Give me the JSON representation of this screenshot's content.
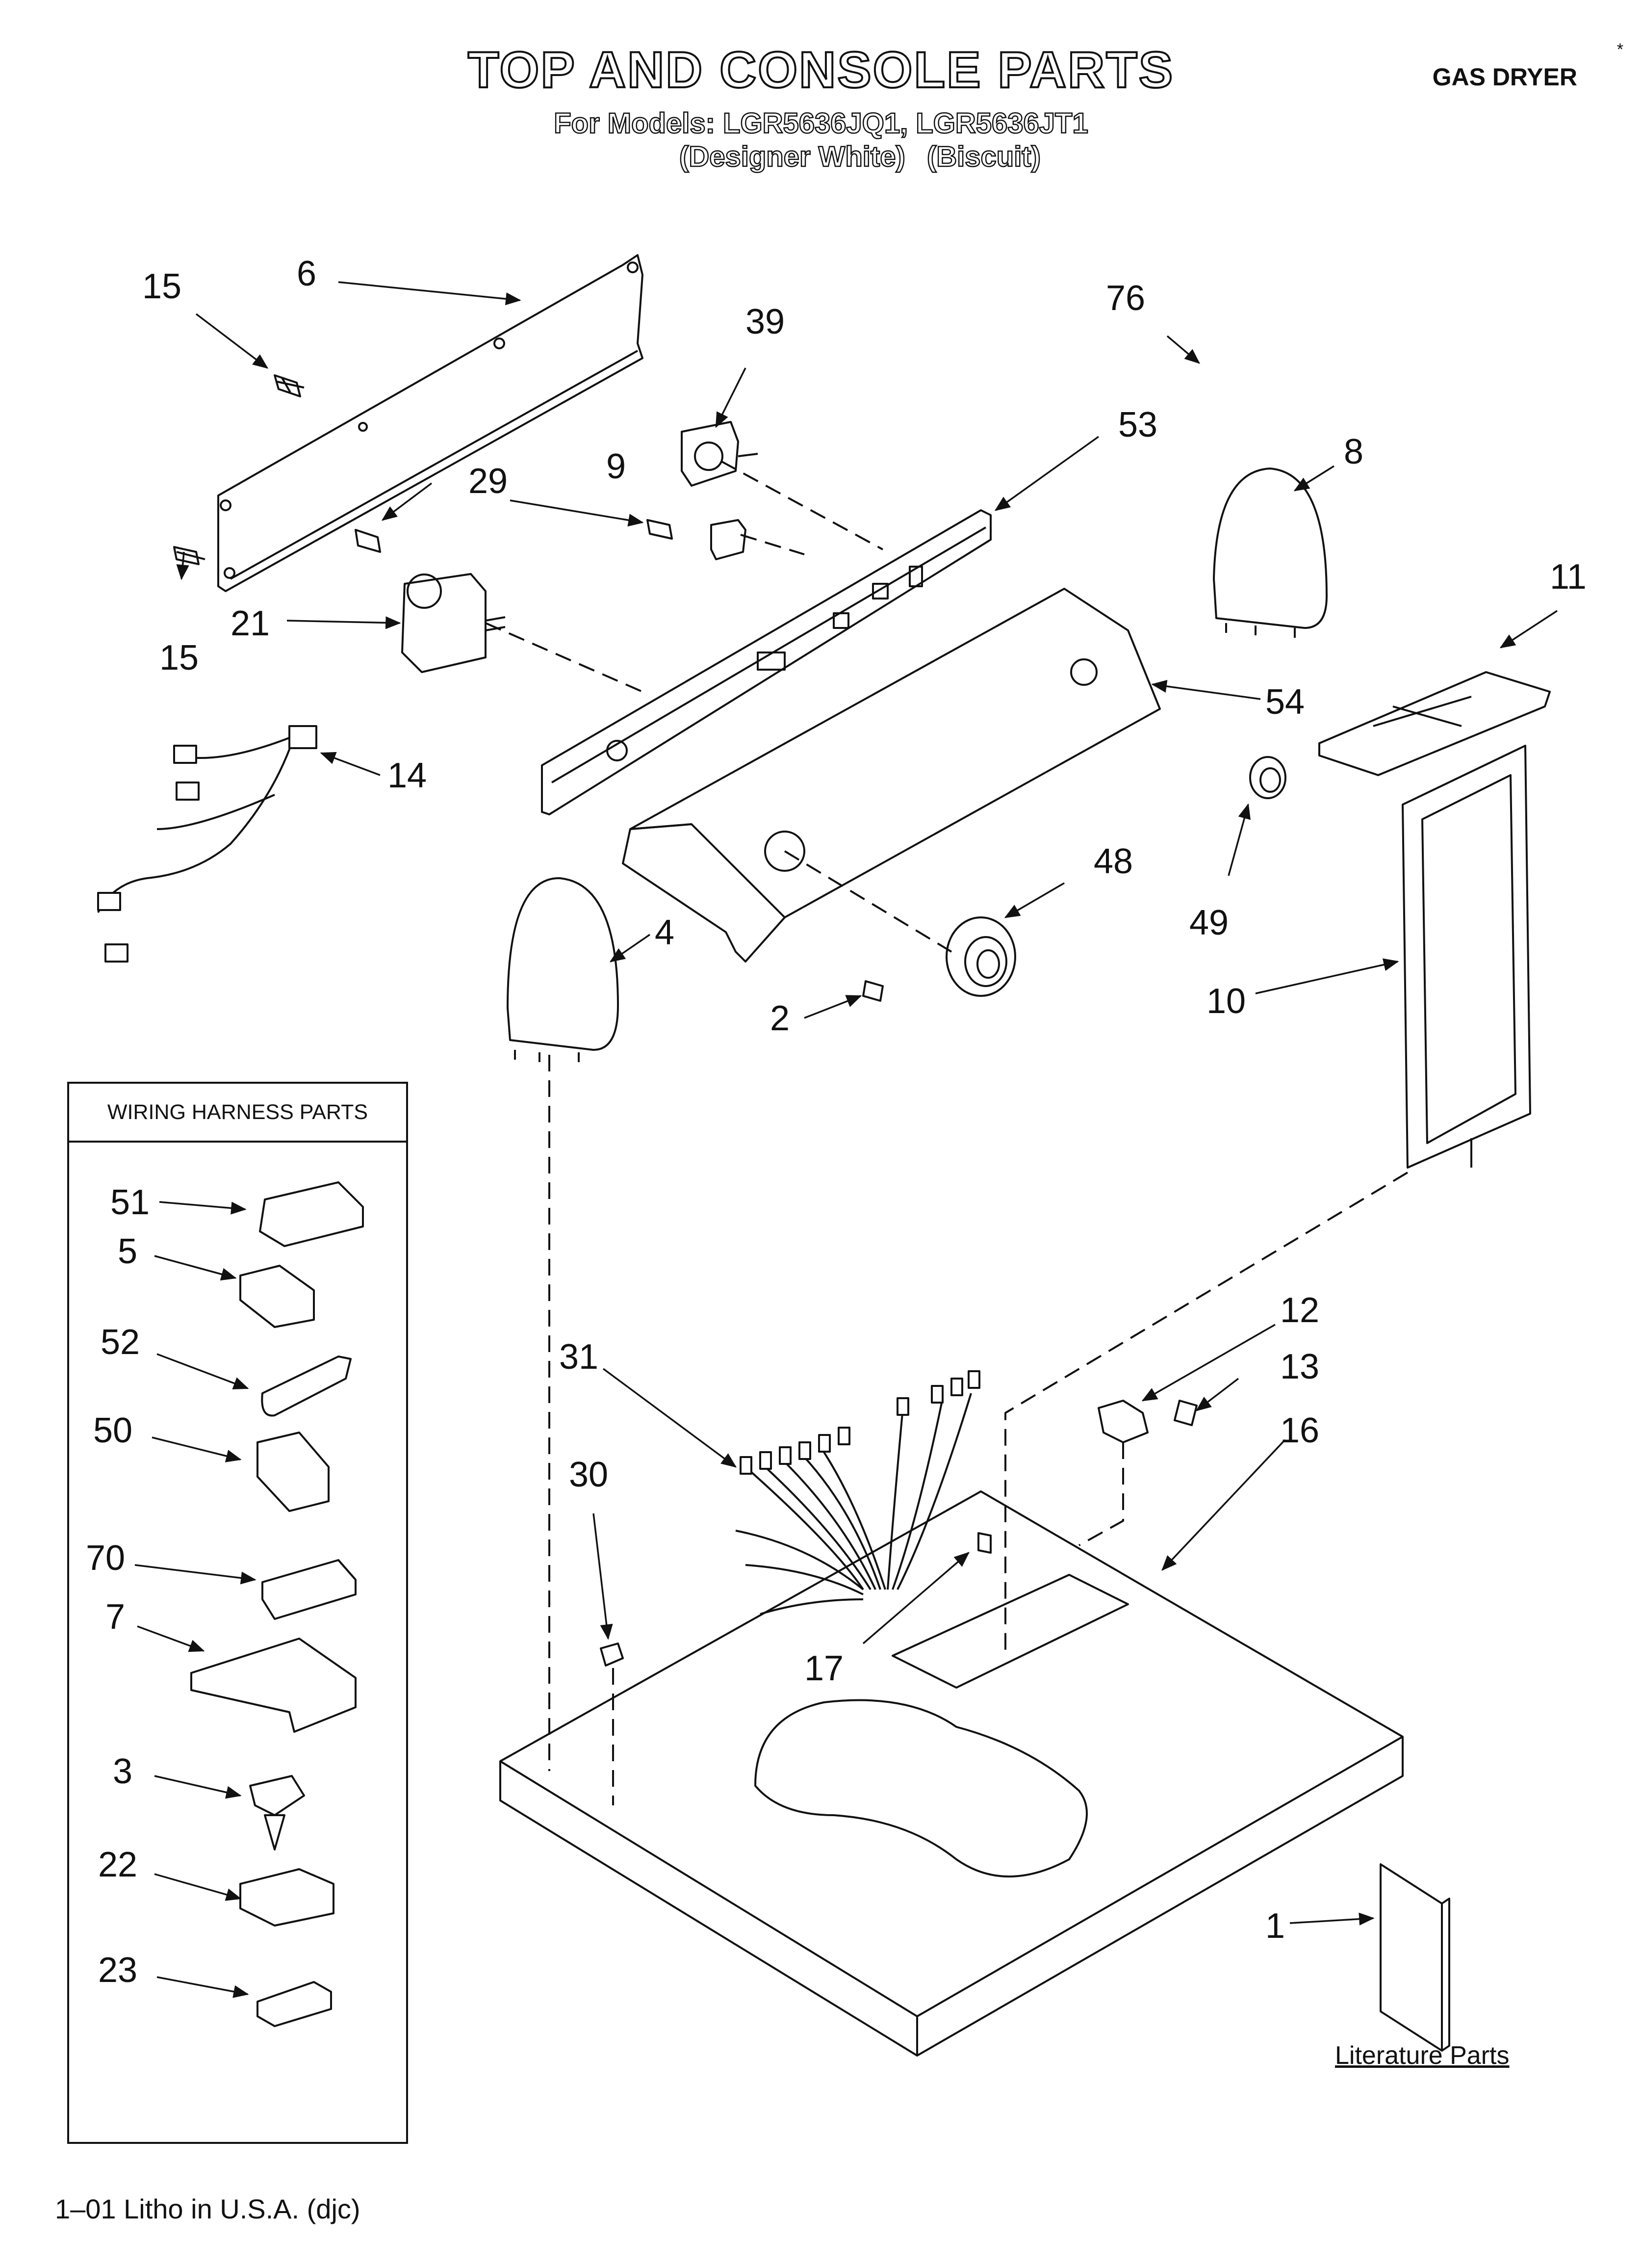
{
  "header": {
    "title": "TOP AND CONSOLE PARTS",
    "models_line": "For Models: LGR5636JQ1, LGR5636JT1",
    "variants": [
      "(Designer White)",
      "(Biscuit)"
    ],
    "product": "GAS DRYER",
    "corner_mark": "*"
  },
  "wiring_harness_box": {
    "title": "WIRING HARNESS PARTS",
    "callouts": [
      "51",
      "5",
      "52",
      "50",
      "70",
      "7",
      "3",
      "22",
      "23"
    ]
  },
  "callouts": [
    "15",
    "6",
    "39",
    "76",
    "53",
    "8",
    "9",
    "29",
    "11",
    "21",
    "15",
    "54",
    "14",
    "49",
    "48",
    "4",
    "10",
    "2",
    "12",
    "31",
    "13",
    "16",
    "30",
    "17",
    "1"
  ],
  "literature_label": "Literature Parts",
  "footer": "1–01 Litho in U.S.A. (djc)"
}
